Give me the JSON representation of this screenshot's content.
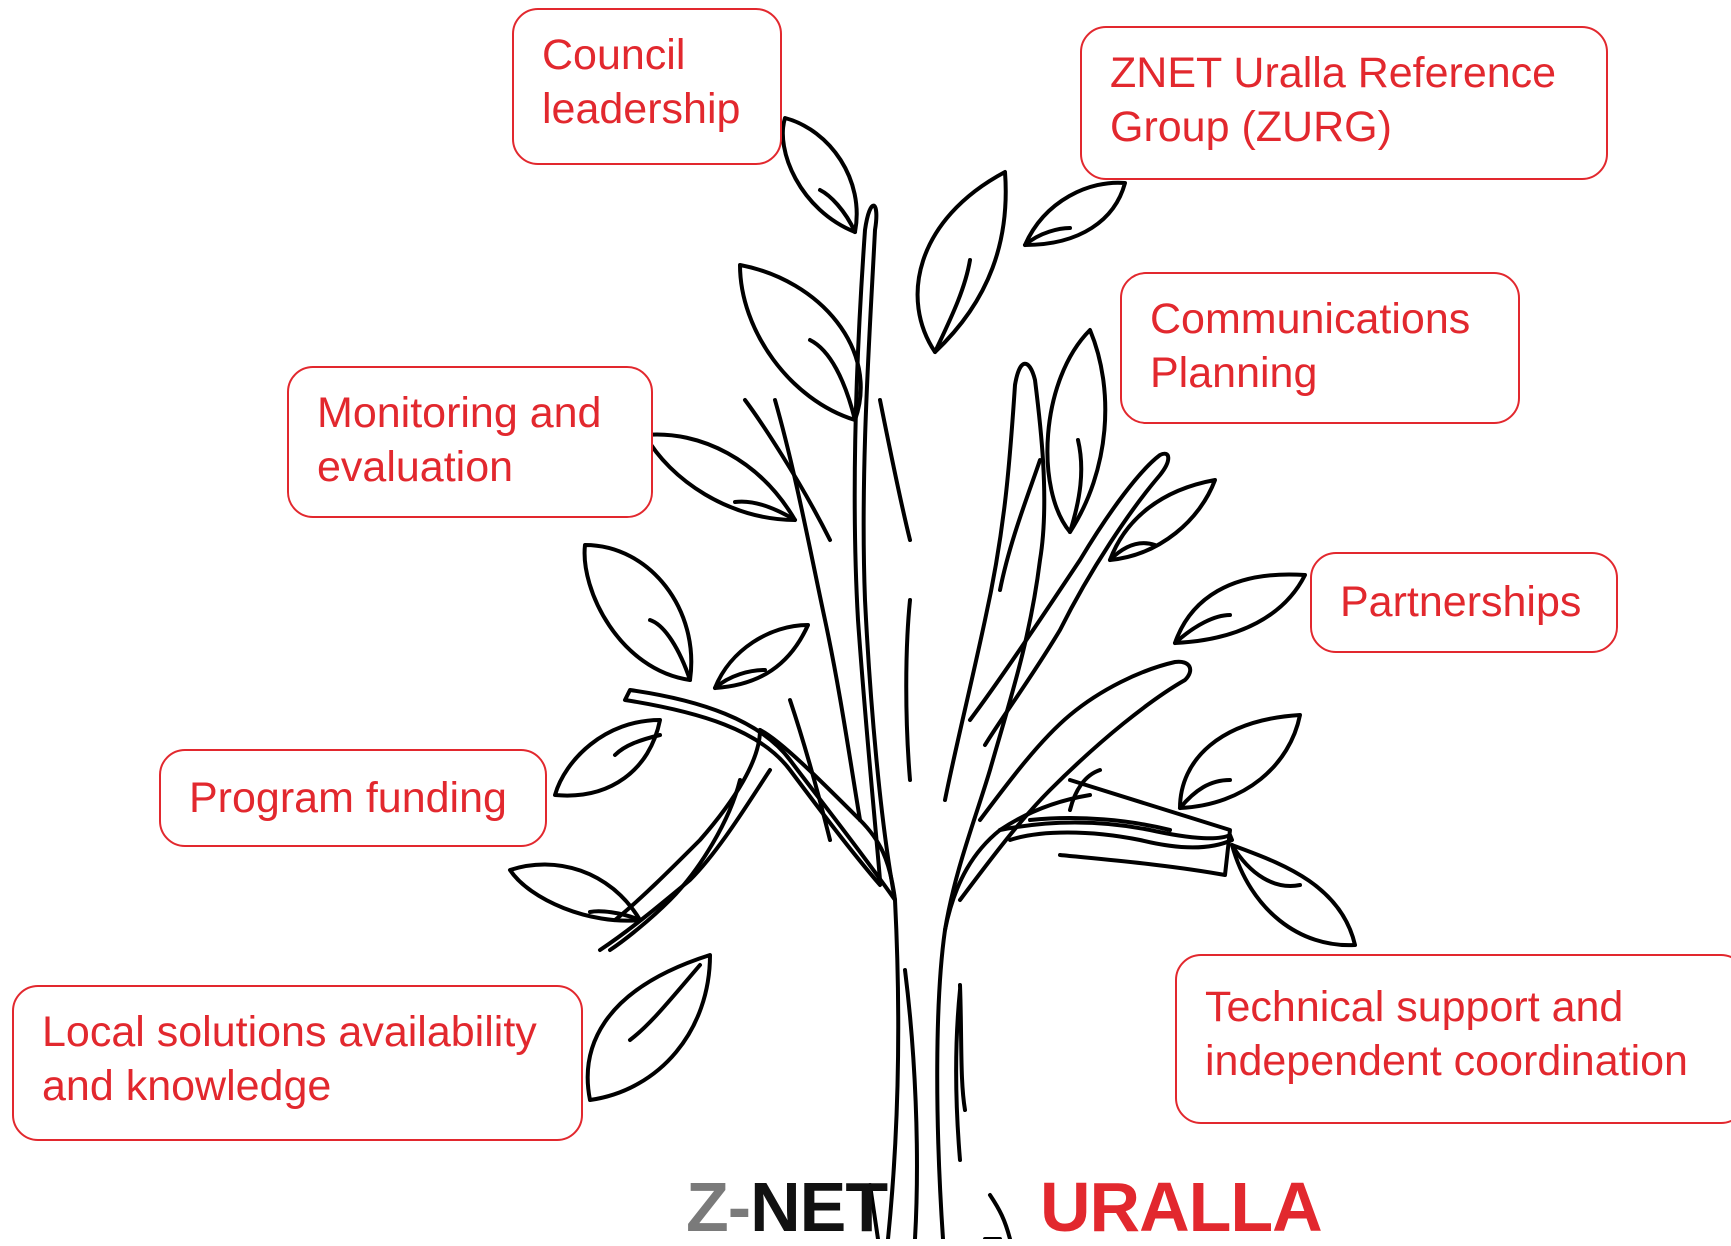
{
  "labels": {
    "council": "Council\nleadership",
    "zurg": "ZNET Uralla Reference\nGroup (ZURG)",
    "communications": "Communications\nPlanning",
    "monitoring": "Monitoring and\nevaluation",
    "partnerships": "Partnerships",
    "funding": "Program funding",
    "technical": "Technical support and\nindependent coordination",
    "local": "Local solutions availability\nand knowledge"
  },
  "logo": {
    "z": "Z-",
    "net": "NET",
    "uralla": "URALLA"
  },
  "colors": {
    "accent": "#e2282e",
    "outline": "#000000",
    "logo_gray": "#7a7a7a"
  }
}
